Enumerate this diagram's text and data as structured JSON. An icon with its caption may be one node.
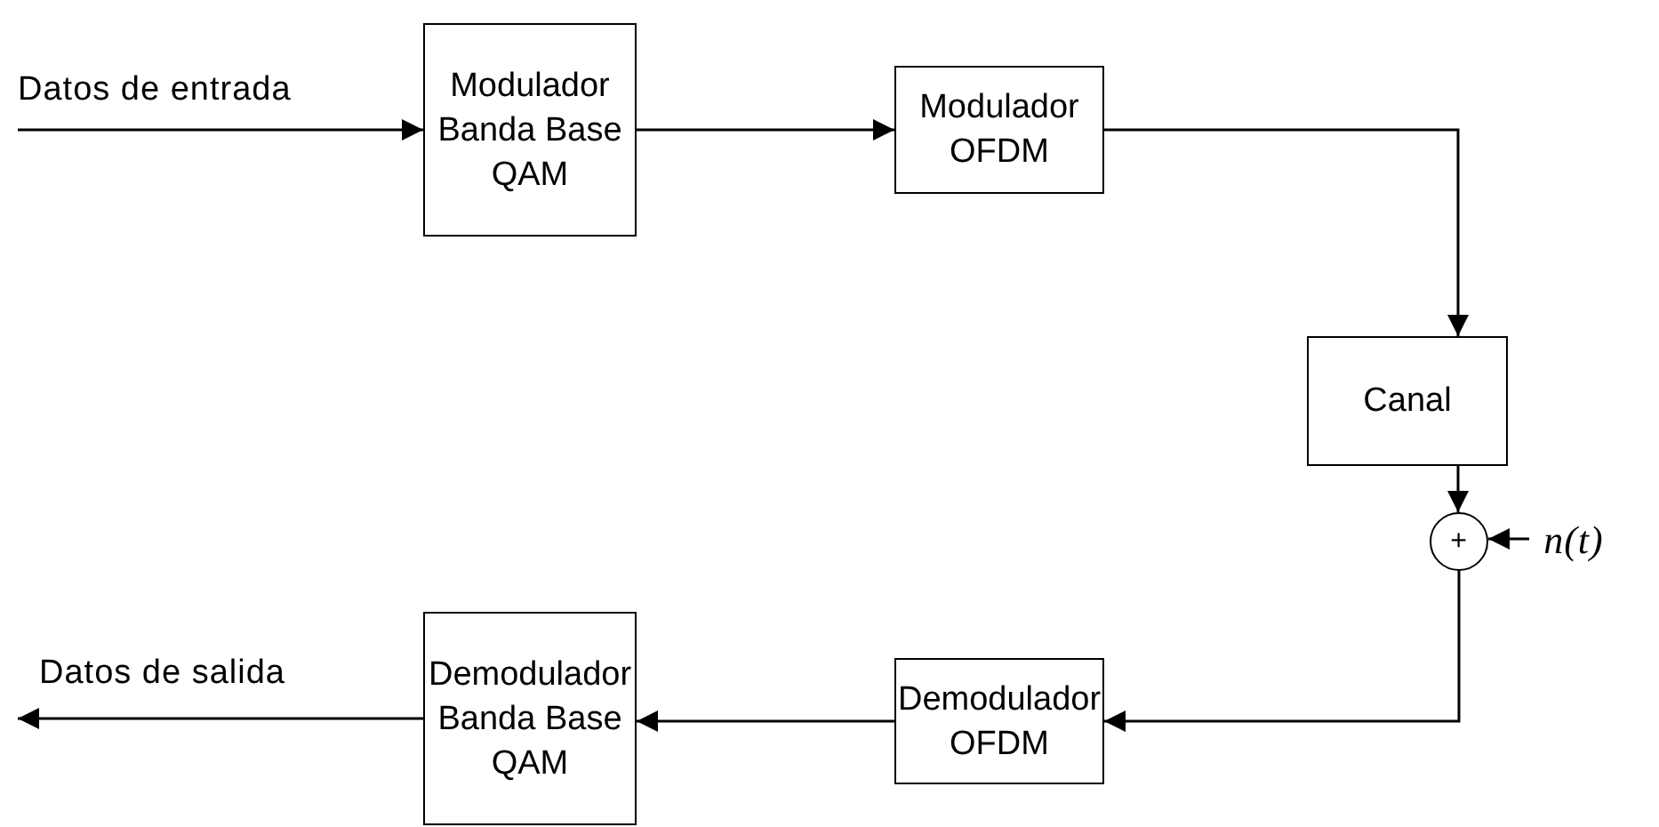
{
  "diagram": {
    "nodes": [
      {
        "text": [
          "Modulador Banda Base QAM"
        ]
      },
      {
        "text": [
          "Modulador OFDM"
        ]
      },
      {
        "text": [
          "Canal"
        ]
      },
      {
        "text": [
          "+"
        ]
      },
      {
        "text": [
          "Demodulador OFDM"
        ]
      },
      {
        "text": [
          "Demodulador Banda Base QAM"
        ]
      },
      {
        "text": [
          "n(t)"
        ]
      }
    ],
    "edges": [
      {
        "from": null,
        "to": 0,
        "arrow": "to",
        "label": "Datos de entrada"
      },
      {
        "from": 0,
        "to": 1,
        "arrow": "to"
      },
      {
        "from": 1,
        "to": 2,
        "arrow": "to"
      },
      {
        "from": 2,
        "to": 3,
        "arrow": "to"
      },
      {
        "from": 6,
        "to": 3,
        "arrow": "to"
      },
      {
        "from": 3,
        "to": 4,
        "arrow": "to"
      },
      {
        "from": 4,
        "to": 5,
        "arrow": "to"
      },
      {
        "from": 5,
        "to": null,
        "arrow": "to",
        "label": "Datos de salida"
      }
    ]
  }
}
